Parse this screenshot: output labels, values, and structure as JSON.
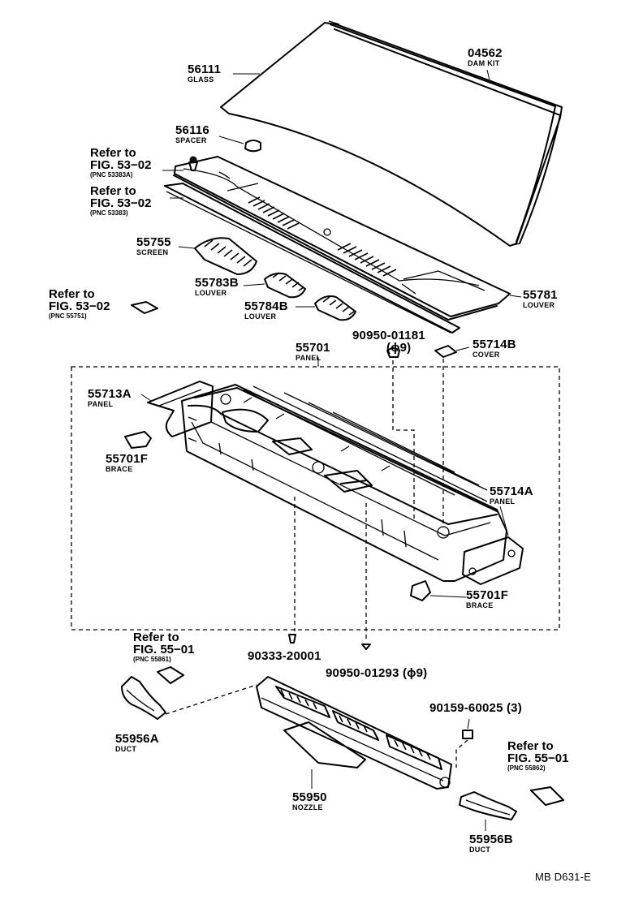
{
  "labels": {
    "glass_num": "56111",
    "glass_name": "GLASS",
    "dam_num": "04562",
    "dam_name": "DAM KIT",
    "spacer_num": "56116",
    "spacer_name": "SPACER",
    "ref1_line1": "Refer to",
    "ref1_line2": "FIG. 53−02",
    "ref1_pnc": "(PNC 53383A)",
    "ref2_line1": "Refer to",
    "ref2_line2": "FIG. 53−02",
    "ref2_pnc": "(PNC 53383)",
    "screen_num": "55755",
    "screen_name": "SCREEN",
    "louver_b_num": "55783B",
    "louver_b_name": "LOUVER",
    "louver_c_num": "55784B",
    "louver_c_name": "LOUVER",
    "ref3_line1": "Refer to",
    "ref3_line2": "FIG. 53−02",
    "ref3_pnc": "(PNC 55751)",
    "louver_main_num": "55781",
    "louver_main_name": "LOUVER",
    "clip_num": "90950-01181",
    "clip_size": "(ϕ9)",
    "cover_num": "55714B",
    "cover_name": "COVER",
    "panel_num": "55701",
    "panel_name": "PANEL",
    "panel_a_num": "55713A",
    "panel_a_name": "PANEL",
    "brace1_num": "55701F",
    "brace1_name": "BRACE",
    "panel_b_num": "55714A",
    "panel_b_name": "PANEL",
    "brace2_num": "55701F",
    "brace2_name": "BRACE",
    "ref4_line1": "Refer to",
    "ref4_line2": "FIG. 55−01",
    "ref4_pnc": "(PNC 55861)",
    "screw_num": "90333-20001",
    "clip2_num": "90950-01293 (ϕ9)",
    "duct_a_num": "55956A",
    "duct_a_name": "DUCT",
    "bolt_num": "90159-60025 (3)",
    "ref5_line1": "Refer to",
    "ref5_line2": "FIG. 55−01",
    "ref5_pnc": "(PNC 55862)",
    "nozzle_num": "55950",
    "nozzle_name": "NOZZLE",
    "duct_b_num": "55956B",
    "duct_b_name": "DUCT",
    "fig_code": "MB D631-E"
  }
}
